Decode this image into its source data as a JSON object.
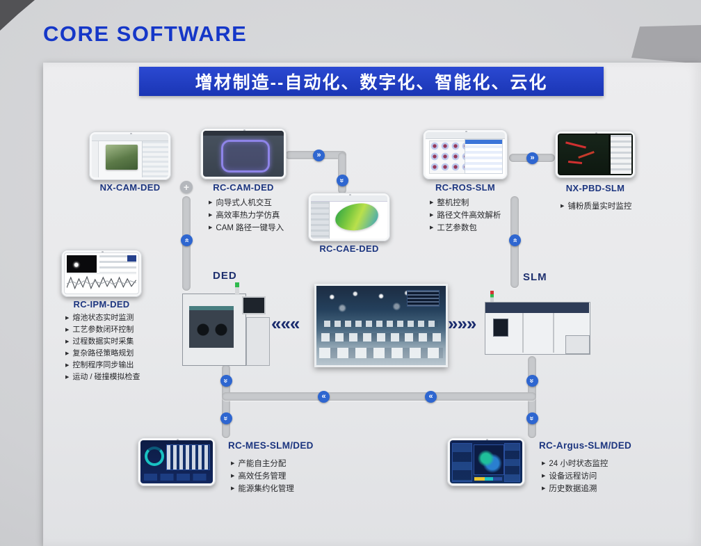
{
  "page": {
    "title": "CORE SOFTWARE"
  },
  "banner": {
    "text": "增材制造--自动化、数字化、智能化、云化"
  },
  "icons": {
    "plus": "+",
    "chevron_left": "«",
    "chevron_right": "»",
    "triple_chevron_left": "«««",
    "triple_chevron_right": "»»»",
    "bullet": "▶"
  },
  "machines": {
    "ded": {
      "label": "DED"
    },
    "slm": {
      "label": "SLM"
    }
  },
  "nodes": {
    "nx_cam_ded": {
      "label": "NX-CAM-DED"
    },
    "rc_cam_ded": {
      "label": "RC-CAM-DED",
      "bullets": [
        "向导式人机交互",
        "高效率热力学仿真",
        "CAM 路径一键导入"
      ]
    },
    "rc_cae_ded": {
      "label": "RC-CAE-DED"
    },
    "rc_ros_slm": {
      "label": "RC-ROS-SLM",
      "bullets": [
        "整机控制",
        "路径文件高效解析",
        "工艺参数包"
      ]
    },
    "nx_pbd_slm": {
      "label": "NX-PBD-SLM",
      "bullets": [
        "铺粉质量实时监控"
      ]
    },
    "rc_ipm_ded": {
      "label": "RC-IPM-DED",
      "bullets": [
        "熔池状态实时监测",
        "工艺参数闭环控制",
        "过程数据实时采集",
        "复杂路径策略规划",
        "控制程序同步输出",
        "运动 / 碰撞模拟检查"
      ]
    },
    "rc_mes_slm_ded": {
      "label": "RC-MES-SLM/DED",
      "bullets": [
        "产能自主分配",
        "高效任务管理",
        "能源集约化管理"
      ]
    },
    "rc_argus_slm_ded": {
      "label": "RC-Argus-SLM/DED",
      "bullets": [
        "24 小时状态监控",
        "设备远程访问",
        "历史数据追溯"
      ]
    }
  },
  "colors": {
    "title_blue": "#1537c8",
    "banner_blue": "#1f3cc0",
    "label_navy": "#1c357f",
    "chip_blue": "#2e66d0"
  }
}
